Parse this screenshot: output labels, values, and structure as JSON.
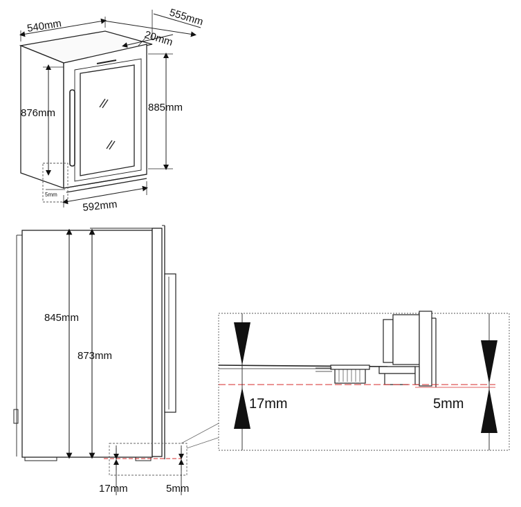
{
  "isometric_view": {
    "width_label": "540mm",
    "depth_label": "555mm",
    "door_depth_label": "20mm",
    "cabinet_height_label": "876mm",
    "total_height_label": "885mm",
    "foot_label": "5mm",
    "open_depth_label": "592mm"
  },
  "side_view": {
    "inner_height_label": "845mm",
    "body_height_label": "873mm",
    "front_foot_label": "17mm",
    "rear_foot_label": "5mm"
  },
  "detail_view": {
    "front_gap_label": "17mm",
    "rear_gap_label": "5mm"
  },
  "colors": {
    "line": "#222222",
    "dashed": "#555555",
    "red_line": "#d62828"
  }
}
